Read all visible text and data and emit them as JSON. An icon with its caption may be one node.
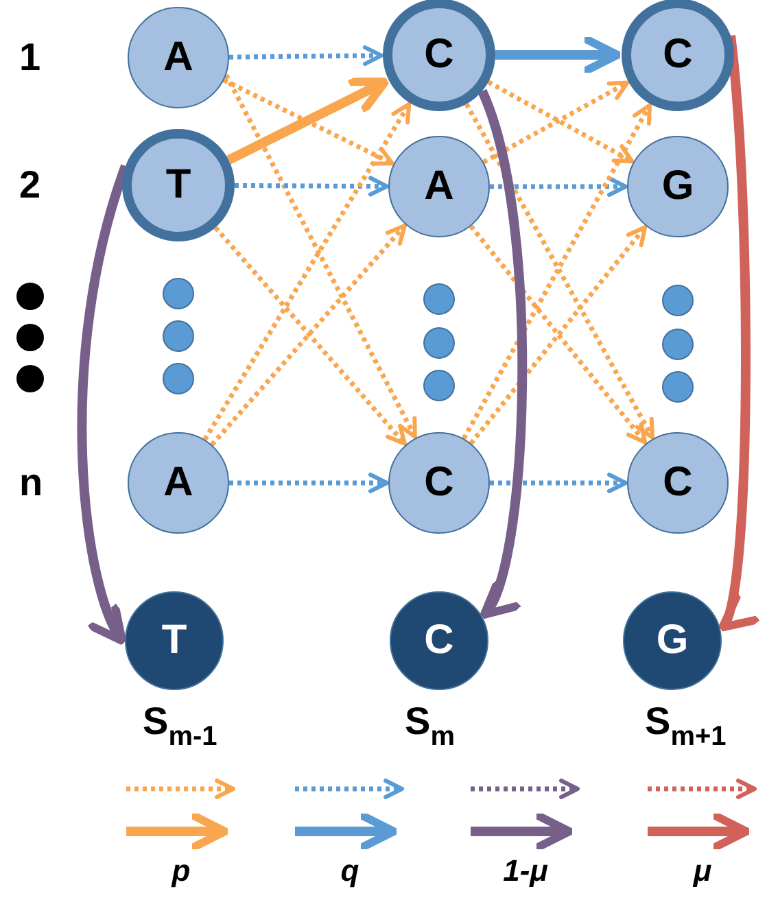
{
  "diagram": {
    "nodes": [
      {
        "text": [
          "A"
        ]
      },
      {
        "text": [
          "C"
        ]
      },
      {
        "text": [
          "C"
        ]
      },
      {
        "text": [
          "T"
        ]
      },
      {
        "text": [
          "A"
        ]
      },
      {
        "text": [
          "G"
        ]
      },
      {
        "text": [
          "A"
        ]
      },
      {
        "text": [
          "C"
        ]
      },
      {
        "text": [
          "C"
        ]
      },
      {
        "text": [
          "T"
        ]
      },
      {
        "text": [
          "C"
        ]
      },
      {
        "text": [
          "G"
        ]
      }
    ],
    "edges": [
      {
        "from": 0,
        "to": 1,
        "arrow": "to",
        "style": "dashed",
        "color": "#5b9bd5"
      },
      {
        "from": 0,
        "to": 4,
        "arrow": "to",
        "style": "dashed"
      },
      {
        "from": 0,
        "to": 7,
        "arrow": "to",
        "style": "dashed"
      },
      {
        "from": 3,
        "to": 1,
        "arrow": "to",
        "style": "thick"
      },
      {
        "from": 3,
        "to": 4,
        "arrow": "to",
        "style": "dashed",
        "color": "#5b9bd5"
      },
      {
        "from": 3,
        "to": 7,
        "arrow": "to",
        "style": "dashed"
      },
      {
        "from": 6,
        "to": 1,
        "arrow": "to",
        "style": "dashed"
      },
      {
        "from": 6,
        "to": 4,
        "arrow": "to",
        "style": "dashed"
      },
      {
        "from": 6,
        "to": 7,
        "arrow": "to",
        "style": "dashed",
        "color": "#5b9bd5"
      },
      {
        "from": 1,
        "to": 2,
        "arrow": "to",
        "style": "thick",
        "color": "#5b9bd5"
      },
      {
        "from": 1,
        "to": 5,
        "arrow": "to",
        "style": "dashed"
      },
      {
        "from": 1,
        "to": 8,
        "arrow": "to",
        "style": "dashed"
      },
      {
        "from": 4,
        "to": 2,
        "arrow": "to",
        "style": "dashed"
      },
      {
        "from": 4,
        "to": 5,
        "arrow": "to",
        "style": "dashed",
        "color": "#5b9bd5"
      },
      {
        "from": 4,
        "to": 8,
        "arrow": "to",
        "style": "dashed"
      },
      {
        "from": 7,
        "to": 2,
        "arrow": "to",
        "style": "dashed"
      },
      {
        "from": 7,
        "to": 5,
        "arrow": "to",
        "style": "dashed"
      },
      {
        "from": 7,
        "to": 8,
        "arrow": "to",
        "style": "dashed",
        "color": "#5b9bd5"
      },
      {
        "from": 3,
        "to": 9,
        "arrow": "to",
        "style": "thick",
        "color": "#76608a"
      },
      {
        "from": 1,
        "to": 10,
        "arrow": "to",
        "style": "thick",
        "color": "#76608a"
      },
      {
        "from": 2,
        "to": 11,
        "arrow": "to",
        "style": "thick",
        "color": "#d0625a"
      }
    ],
    "labels": [
      "1",
      "2",
      "n",
      "S$_{m-1}$",
      "S$_{m}$",
      "S$_{m+1}$"
    ],
    "legend": [
      {
        "text": "p"
      },
      {
        "text": "q"
      },
      {
        "text": "1-μ"
      },
      {
        "text": "μ"
      }
    ]
  }
}
